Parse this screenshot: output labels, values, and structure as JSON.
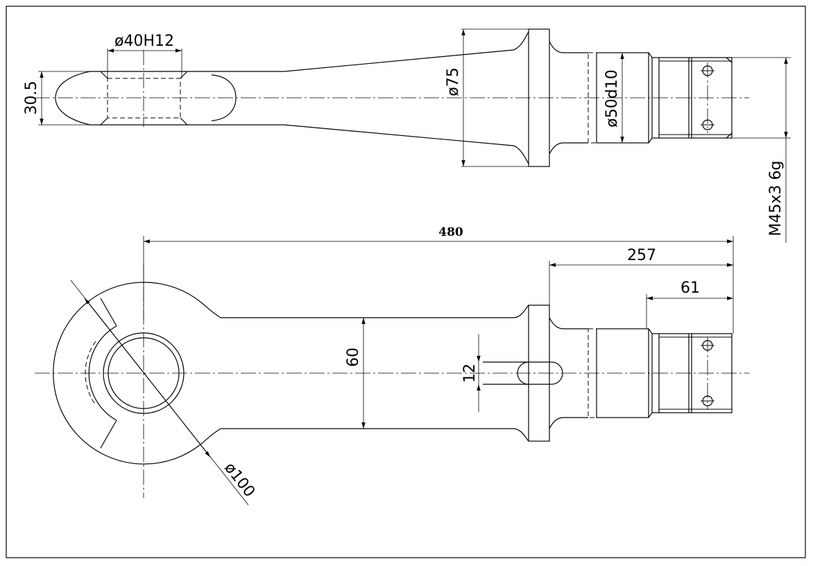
{
  "labels": {
    "bore_fit": "ø40H12",
    "eye_thickness": "30.5",
    "collar_diameter": "ø75",
    "journal_diameter": "ø50d10",
    "thread_spec": "M45x3  6g",
    "overall_length": "480",
    "length_to_collar": "257",
    "thread_length": "61",
    "arm_width": "60",
    "slot_width": "12",
    "eye_diameter": "ø100"
  },
  "colors": {
    "line": "#000000",
    "background": "#ffffff"
  }
}
